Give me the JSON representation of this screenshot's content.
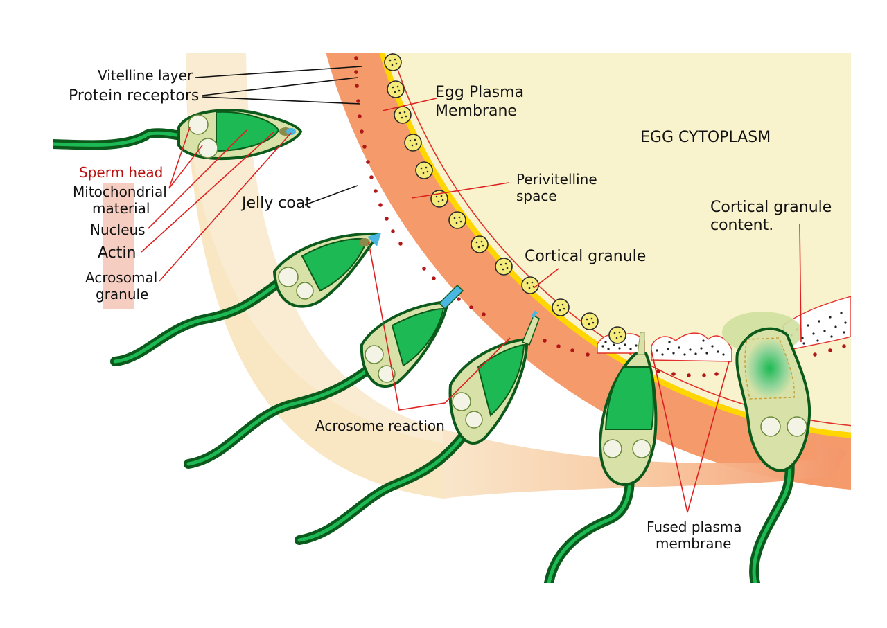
{
  "labels": {
    "vitelline_layer": "Vitelline layer",
    "protein_receptors": "Protein receptors",
    "egg_plasma_membrane_1": "Egg Plasma",
    "egg_plasma_membrane_2": "Membrane",
    "egg_cytoplasm": "EGG CYTOPLASM",
    "sperm_head": "Sperm head",
    "mitochondrial_1": "Mitochondrial",
    "mitochondrial_2": "material",
    "nucleus": "Nucleus",
    "actin": "Actin",
    "acrosomal_1": "Acrosomal",
    "acrosomal_2": "granule",
    "jelly_coat": "Jelly coat",
    "perivitelline_1": "Perivitelline",
    "perivitelline_2": "space",
    "cortical_granule": "Cortical granule",
    "cortical_content_1": "Cortical granule",
    "cortical_content_2": "content.",
    "acrosome_reaction": "Acrosome reaction",
    "fused_1": "Fused plasma",
    "fused_2": "membrane"
  },
  "colors": {
    "cytoplasm": "#f8f3cc",
    "jelly_coat": "#f59a6a",
    "vitelline": "#ffd600",
    "sperm_dark": "#0b5a1c",
    "sperm_green": "#1db954",
    "sperm_pale": "#d8e2a8",
    "acrosome": "#49b7e0",
    "receptor": "#b01818",
    "leader_red": "#dd2020",
    "band_pale": "#f9e7c4",
    "arrow_orange": "#f6a57b"
  }
}
